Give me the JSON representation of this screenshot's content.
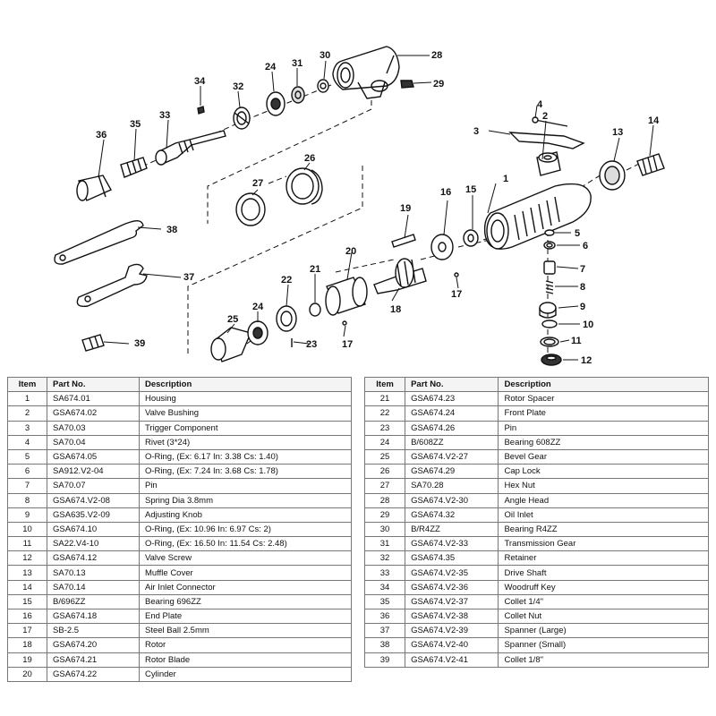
{
  "callouts": [
    "1",
    "2",
    "3",
    "4",
    "5",
    "6",
    "7",
    "8",
    "9",
    "10",
    "11",
    "12",
    "13",
    "14",
    "15",
    "16",
    "17",
    "17",
    "18",
    "19",
    "20",
    "21",
    "22",
    "23",
    "24",
    "24",
    "25",
    "26",
    "27",
    "28",
    "29",
    "30",
    "31",
    "32",
    "33",
    "34",
    "35",
    "36",
    "37",
    "38",
    "39"
  ],
  "table": {
    "headers": {
      "item": "Item",
      "part": "Part No.",
      "desc": "Description"
    },
    "left": [
      {
        "item": "1",
        "part": "SA674.01",
        "desc": "Housing"
      },
      {
        "item": "2",
        "part": "GSA674.02",
        "desc": "Valve Bushing"
      },
      {
        "item": "3",
        "part": "SA70.03",
        "desc": "Trigger Component"
      },
      {
        "item": "4",
        "part": "SA70.04",
        "desc": "Rivet (3*24)"
      },
      {
        "item": "5",
        "part": "GSA674.05",
        "desc": "O-Ring, (Ex: 6.17 In: 3.38 Cs: 1.40)"
      },
      {
        "item": "6",
        "part": "SA912.V2-04",
        "desc": "O-Ring, (Ex: 7.24 In: 3.68 Cs: 1.78)"
      },
      {
        "item": "7",
        "part": "SA70.07",
        "desc": "Pin"
      },
      {
        "item": "8",
        "part": "GSA674.V2-08",
        "desc": "Spring Dia 3.8mm"
      },
      {
        "item": "9",
        "part": "GSA635.V2-09",
        "desc": "Adjusting Knob"
      },
      {
        "item": "10",
        "part": "GSA674.10",
        "desc": "O-Ring, (Ex: 10.96 In: 6.97 Cs: 2)"
      },
      {
        "item": "11",
        "part": "SA22.V4-10",
        "desc": "O-Ring, (Ex: 16.50 In: 11.54 Cs: 2.48)"
      },
      {
        "item": "12",
        "part": "GSA674.12",
        "desc": "Valve Screw"
      },
      {
        "item": "13",
        "part": "SA70.13",
        "desc": "Muffle Cover"
      },
      {
        "item": "14",
        "part": "SA70.14",
        "desc": "Air Inlet Connector"
      },
      {
        "item": "15",
        "part": "B/696ZZ",
        "desc": "Bearing 696ZZ"
      },
      {
        "item": "16",
        "part": "GSA674.18",
        "desc": "End Plate"
      },
      {
        "item": "17",
        "part": "SB-2.5",
        "desc": "Steel Ball 2.5mm"
      },
      {
        "item": "18",
        "part": "GSA674.20",
        "desc": "Rotor"
      },
      {
        "item": "19",
        "part": "GSA674.21",
        "desc": "Rotor Blade"
      },
      {
        "item": "20",
        "part": "GSA674.22",
        "desc": "Cylinder"
      }
    ],
    "right": [
      {
        "item": "21",
        "part": "GSA674.23",
        "desc": "Rotor Spacer"
      },
      {
        "item": "22",
        "part": "GSA674.24",
        "desc": "Front Plate"
      },
      {
        "item": "23",
        "part": "GSA674.26",
        "desc": "Pin"
      },
      {
        "item": "24",
        "part": "B/608ZZ",
        "desc": "Bearing 608ZZ"
      },
      {
        "item": "25",
        "part": "GSA674.V2-27",
        "desc": "Bevel Gear"
      },
      {
        "item": "26",
        "part": "GSA674.29",
        "desc": "Cap Lock"
      },
      {
        "item": "27",
        "part": "SA70.28",
        "desc": "Hex Nut"
      },
      {
        "item": "28",
        "part": "GSA674.V2-30",
        "desc": "Angle Head"
      },
      {
        "item": "29",
        "part": "GSA674.32",
        "desc": "Oil Inlet"
      },
      {
        "item": "30",
        "part": "B/R4ZZ",
        "desc": "Bearing R4ZZ"
      },
      {
        "item": "31",
        "part": "GSA674.V2-33",
        "desc": "Transmission Gear"
      },
      {
        "item": "32",
        "part": "GSA674.35",
        "desc": "Retainer"
      },
      {
        "item": "33",
        "part": "GSA674.V2-35",
        "desc": "Drive Shaft"
      },
      {
        "item": "34",
        "part": "GSA674.V2-36",
        "desc": "Woodruff Key"
      },
      {
        "item": "35",
        "part": "GSA674.V2-37",
        "desc": "Collet 1/4\""
      },
      {
        "item": "36",
        "part": "GSA674.V2-38",
        "desc": "Collet Nut"
      },
      {
        "item": "37",
        "part": "GSA674.V2-39",
        "desc": "Spanner (Large)"
      },
      {
        "item": "38",
        "part": "GSA674.V2-40",
        "desc": "Spanner (Small)"
      },
      {
        "item": "39",
        "part": "GSA674.V2-41",
        "desc": "Collet 1/8\""
      }
    ]
  }
}
